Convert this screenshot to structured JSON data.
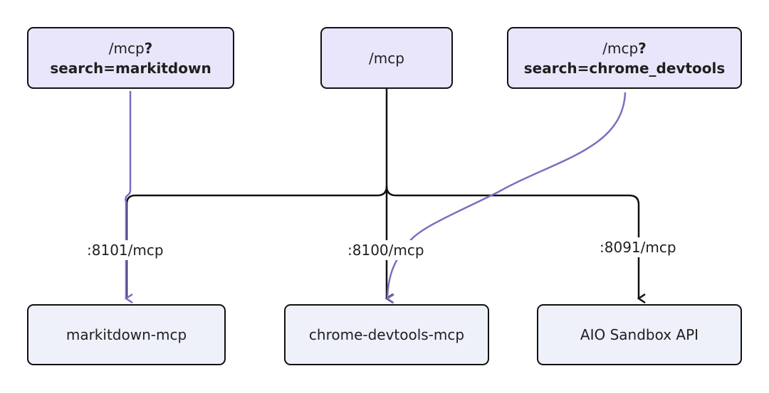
{
  "colors": {
    "purple": "#7f6cbf",
    "black": "#111111",
    "top_fill": "#e9e6fb",
    "bottom_fill": "#eef0fa"
  },
  "top_nodes": {
    "markitdown": {
      "line1": "/mcp",
      "q": "?",
      "line2": "search=markitdown"
    },
    "mcp": {
      "line1": "/mcp"
    },
    "chrome": {
      "line1": "/mcp",
      "q": "?",
      "line2": "search=chrome_devtools"
    }
  },
  "ports": {
    "p8101": ":8101/mcp",
    "p8100": ":8100/mcp",
    "p8091": ":8091/mcp"
  },
  "bottom_nodes": {
    "markitdown": "markitdown-mcp",
    "chrome": "chrome-devtools-mcp",
    "aio": "AIO Sandbox API"
  }
}
